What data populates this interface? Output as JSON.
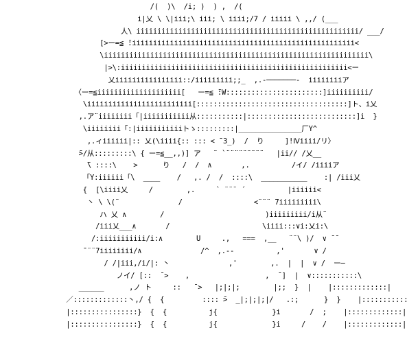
{
  "art": {
    "lines": [
      "                      /(  )\\  /i; )  ) ,  /(",
      "                   i|乂 \\ \\|iii;\\ iii; \\ iiii;/7 / iiiii \\ ,,/ (___",
      "               人\\ iiiiiiiiiiiiiiiiiiiiiiiiiiiiiiiiiiiiiiiiiiiiiiiiiiiii/ ___/",
      "          [>ー=≦ ̄:iiiiiiiiiiiiiiiiiiiiiiiiiiiiiiiiiiiiiiiiiiiiiiiiiiiii<",
      "          \\iiiiiiiiiiiiiiiiiiiiiiiiiiiiiiiiiiiiiiiiiiiiiiiiiiiiiiiiiiiiiii\\",
      "           |>\\:iiiiiiiiiiiiiiiiiiiiiiiiiiiiiiiiiiiiiiiiiiiiiiiiiiiiii<ー",
      "            乂iiiiiiiiiiiiiiii::/iiiiiiiii;;_  ,.-───────‐  iiiiiiiiア",
      "    〈ー=≦iiiiiiiiiiiiiiiiiiii[   ー=≦ ̄:W:::::::::::::::::::::::]iiiiiiiiii/",
      "      \\iiiiiiiiiiiiiiiiiiiiiiiii[::::::::::::::::::::::::::::::::::::]ト、i乂",
      "     ,.ア¨iiiiiiii「|iiiiiiiiiii从:::::::::::|::::::::::::::::::::::::::]i  }",
      "      \\iiiiiiii「:|iiiiiiiiiiiトゝ:::::::::|_______________厂Y^",
      "       ,.ィiiiiii|:: 乂(\\iiii{:: ::: < ̄¨3_)  /  り     ]!Ⅳiiii/リ〉",
      "     ̄>/从:::::::::\\ { ー=≦__,,)] ア   ¨ `¨¨¨¨¨¨¨¨¨   |ii// /乂__",
      "       ̄\\ ::::\\    >      り   /  /  ∧       ,.          /イ/ /iiiiア",
      "      「Y:iiiiii「\\  ____    /   ,. /  /  ::::\\  ___________    :| /iii乂",
      "      {  [\\iiii乂     /        ,.     ` ¨¨¨ ´          |iiiiii<",
      "       丶 \\ \\(¨              /                 <¨¨¨ 7iiiiiiiii\\",
      "          ハ 乂 ∧        /                        )iiiiiiiii/i从¨",
      "         /iii乂___∧       /                      \\iiii:::∨i:乂i:\\",
      "        /:iiiiiiiiiii/i:∧        U     .,   ===  ,__   ¨¨\\ )/  ∨ ̄ ̄",
      "      ̄¨¨¨7iiiiiiii/∧              /^  ,.-‐          ,'       ∨ /",
      "           / /|iii,/i/|: 丶              ,'        ,.  |  |  ∨ /  ー─",
      "              ノイ/ [::  ̄ >    ,                  ,  ̄ ]  |  ∨:::::::::::\\",
      "     ______      ,ノ ト     ::   ̄ >   |;|;|;        |;;  }  |    |:::::::::::::|",
      "  ／:::::::::::::丶,/ {  {         :::: ̄>  _|;|;|;|/   .:;      }  }    |:::::::::::::|",
      "  |::::::::::::::::}  {  {          j{             }i       /  ;    |:::::::::::::|",
      "  |::::::::::::::::}  {  {          j{             }i     /    /    |:::::::::::::|"
    ]
  }
}
